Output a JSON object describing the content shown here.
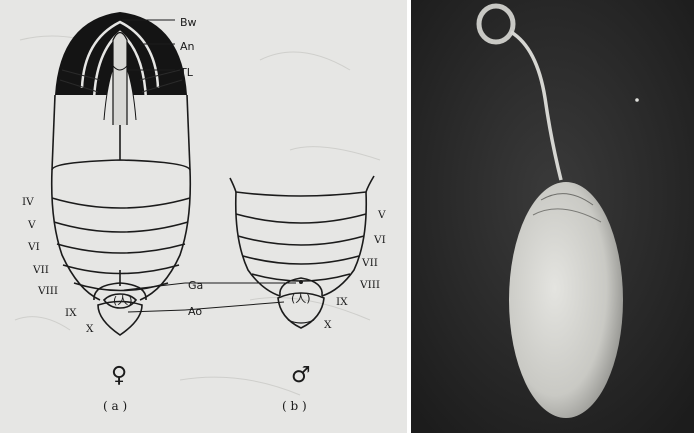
{
  "figure_a": {
    "top_labels": [
      "Bw",
      "An",
      "TL"
    ],
    "segments_left": [
      "IV",
      "V",
      "VI",
      "VII",
      "VIII",
      "IX",
      "X"
    ],
    "genital_labels": [
      "Ga",
      "Ao"
    ],
    "sex_symbol": "♀",
    "caption": "( a )"
  },
  "figure_b": {
    "segments_right": [
      "V",
      "VI",
      "VII",
      "VIII",
      "IX"
    ],
    "segment_bottom": "X",
    "sex_symbol": "♂",
    "caption": "( b )"
  }
}
